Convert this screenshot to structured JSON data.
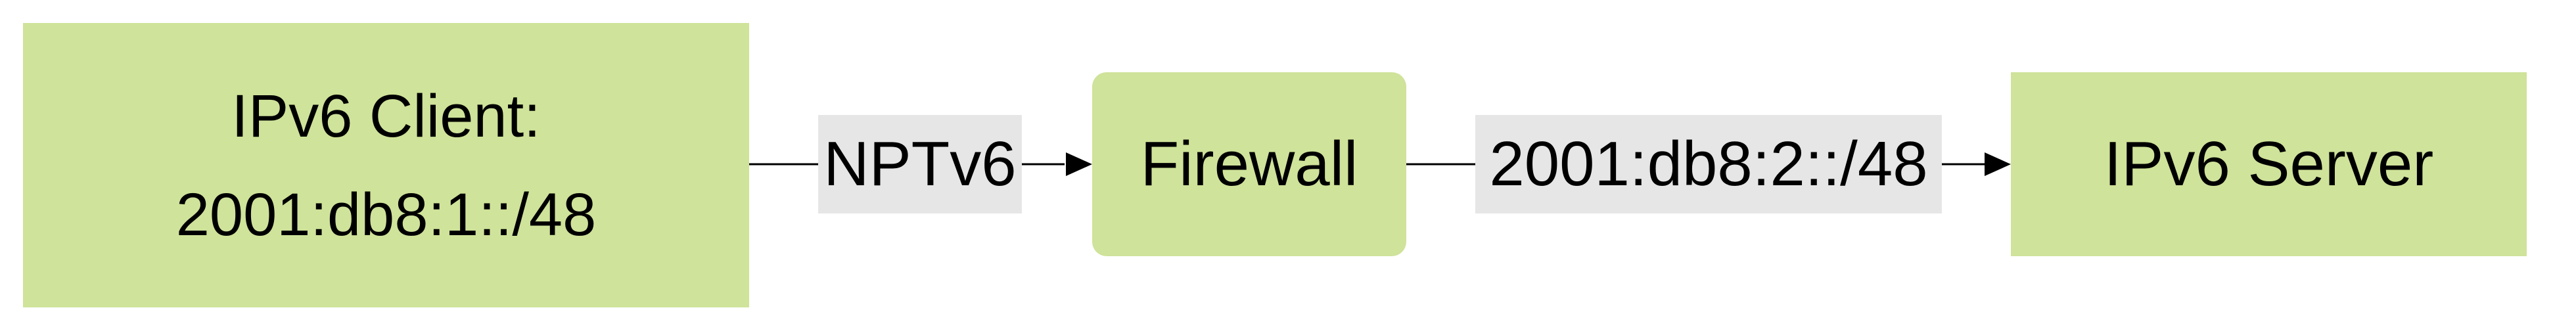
{
  "nodes": {
    "client": {
      "line1": "IPv6 Client:",
      "line2": "2001:db8:1::/48"
    },
    "firewall": {
      "label": "Firewall"
    },
    "server": {
      "label": "IPv6 Server"
    }
  },
  "edges": {
    "client_to_firewall": {
      "label": "NPTv6"
    },
    "firewall_to_server": {
      "label": "2001:db8:2::/48"
    }
  },
  "colors": {
    "node_fill": "#cfe39a",
    "label_background": "#e6e6e6",
    "line": "#000000"
  }
}
